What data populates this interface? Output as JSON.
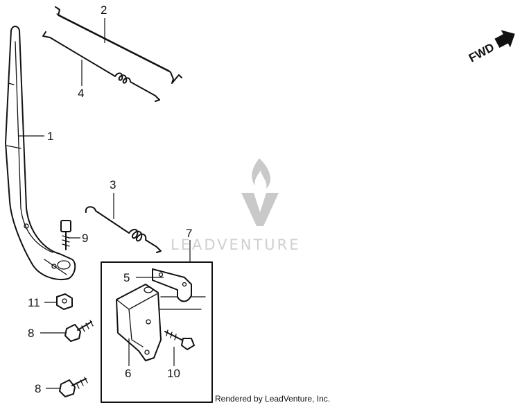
{
  "watermark": {
    "text": "LEADVENTURE"
  },
  "direction_marker": {
    "text": "FWD",
    "icon": "forward-arrow-icon"
  },
  "credit": {
    "text": "Rendered by LeadVenture, Inc."
  },
  "callouts": {
    "c1": "1",
    "c2": "2",
    "c3": "3",
    "c4": "4",
    "c5": "5",
    "c6": "6",
    "c7": "7",
    "c8a": "8",
    "c8b": "8",
    "c9": "9",
    "c10": "10",
    "c11": "11"
  }
}
